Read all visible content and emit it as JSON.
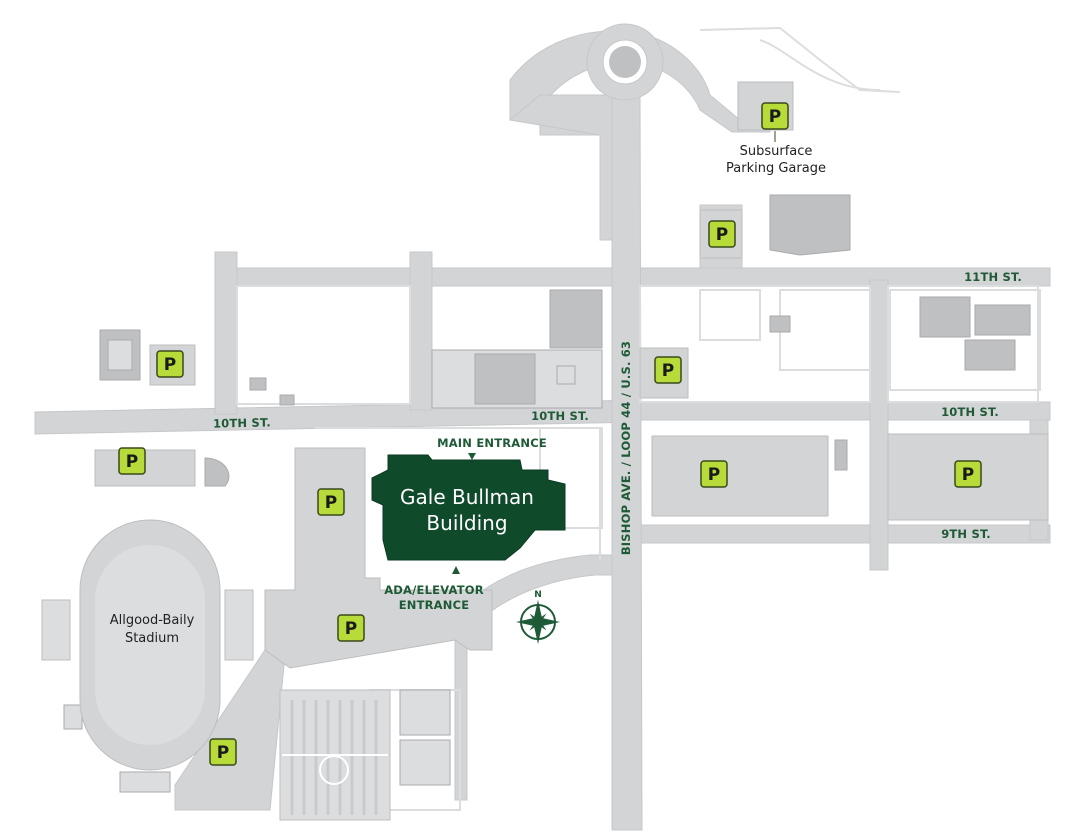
{
  "colors": {
    "road": "#d3d4d6",
    "block": "#dcdddf",
    "outline": "#c9cacc",
    "building": "#bfc0c2",
    "highlight": "#0f4a2b",
    "street_text": "#1e5a35",
    "parking_fill": "#b7dc3a",
    "parking_border": "#3a4a1a",
    "text_dark": "#222222"
  },
  "highlight_building": {
    "name_line1": "Gale Bullman",
    "name_line2": "Building",
    "main_entrance": "MAIN ENTRANCE",
    "ada_line1": "ADA/ELEVATOR",
    "ada_line2": "ENTRANCE"
  },
  "streets": {
    "eleventh_st": "11TH ST.",
    "tenth_st_west": "10TH ST.",
    "tenth_st_center": "10TH ST.",
    "tenth_st_east": "10TH ST.",
    "ninth_st": "9TH ST.",
    "bishop_ave": "BISHOP AVE. / LOOP 44 / U.S. 63"
  },
  "places": {
    "stadium_line1": "Allgood-Baily",
    "stadium_line2": "Stadium",
    "garage_line1": "Subsurface",
    "garage_line2": "Parking Garage"
  },
  "parking_label": "P",
  "compass_label": "N",
  "icons": [
    "parking-icon",
    "compass-rose-icon",
    "entrance-arrow-icon"
  ]
}
